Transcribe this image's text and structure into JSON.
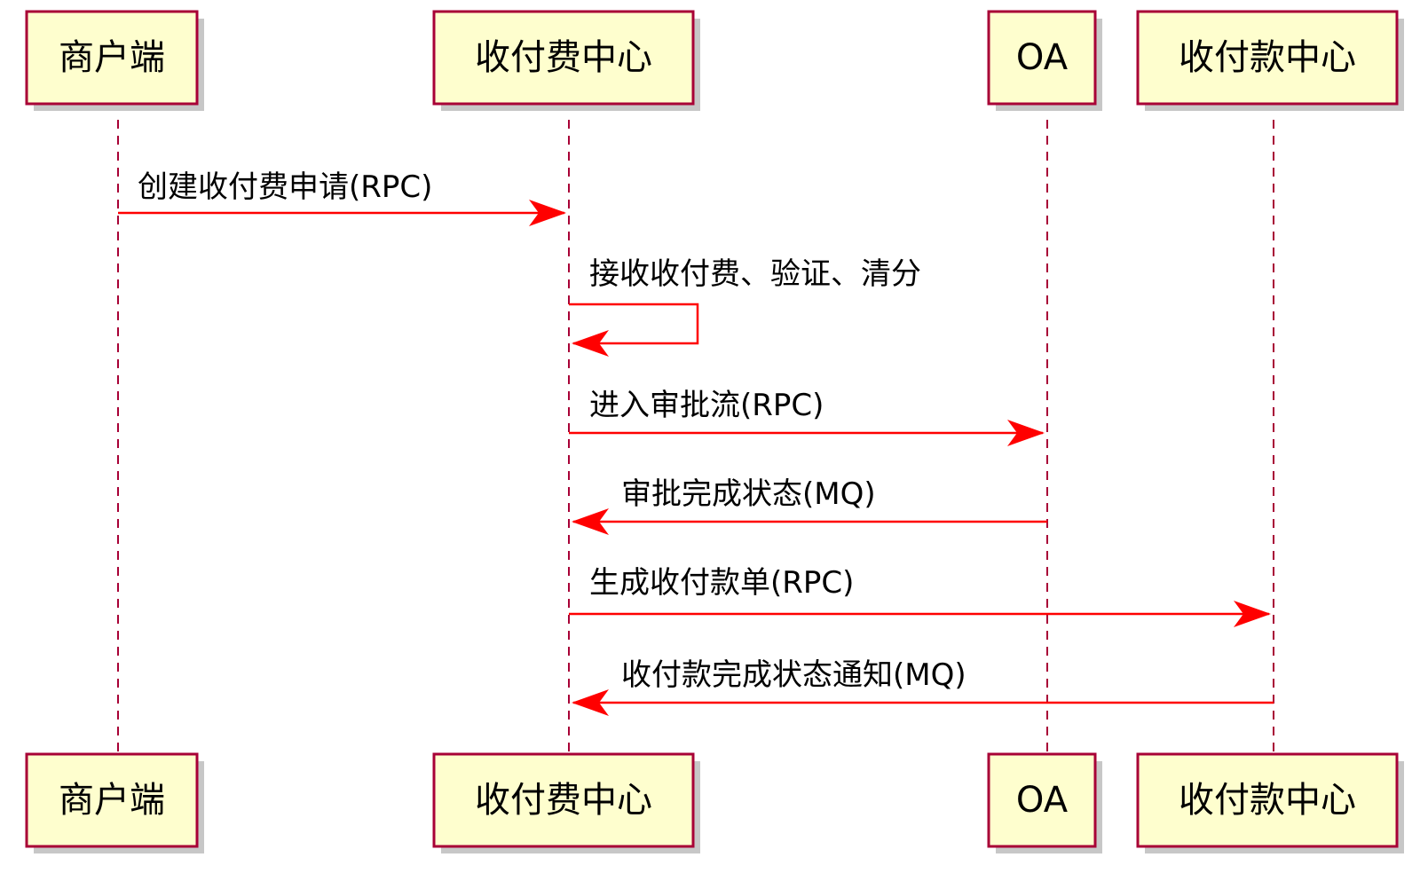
{
  "participants": [
    {
      "id": "merchant",
      "label": "商户端"
    },
    {
      "id": "feecenter",
      "label": "收付费中心"
    },
    {
      "id": "oa",
      "label": "OA"
    },
    {
      "id": "paycenter",
      "label": "收付款中心"
    }
  ],
  "messages": [
    {
      "from": "merchant",
      "to": "feecenter",
      "label": "创建收付费申请(RPC)"
    },
    {
      "from": "feecenter",
      "to": "feecenter",
      "label": "接收收付费、验证、清分"
    },
    {
      "from": "feecenter",
      "to": "oa",
      "label": "进入审批流(RPC)"
    },
    {
      "from": "oa",
      "to": "feecenter",
      "label": "审批完成状态(MQ)"
    },
    {
      "from": "feecenter",
      "to": "paycenter",
      "label": "生成收付款单(RPC)"
    },
    {
      "from": "paycenter",
      "to": "feecenter",
      "label": "收付款完成状态通知(MQ)"
    }
  ],
  "colors": {
    "box_fill": "#FEFECE",
    "box_border": "#A80036",
    "arrow": "#FF0000"
  }
}
